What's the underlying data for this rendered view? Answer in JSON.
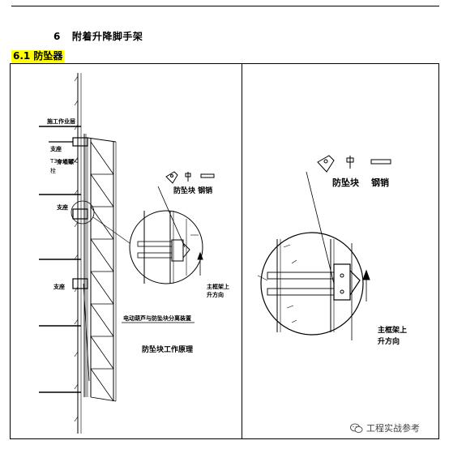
{
  "header": {
    "chapter_number": "6",
    "chapter_title": "附着升降脚手架",
    "section_title": "6.1 防坠器"
  },
  "left_drawing": {
    "labels": {
      "work_floor": "施工作业层",
      "support_top": "支座",
      "bolt_spec": "T34 x 550",
      "bolt_suffix": "栓",
      "wall_bracket": "穿墙螺",
      "support_mid": "支座",
      "support_low": "支座",
      "anti_fall_block_pin": "防坠块  钢销",
      "main_frame_up": "主框架上",
      "up_direction": "升方向",
      "device_caption": "电动葫芦与防坠块分离装置",
      "principle_caption": "防坠块工作原理"
    }
  },
  "right_drawing": {
    "labels": {
      "anti_fall_block": "防坠块",
      "steel_pin": "钢销",
      "main_frame_up": "主框架上",
      "up_direction": "升方向"
    }
  },
  "watermark": {
    "text": "工程实战参考",
    "icon": "wechat-icon"
  }
}
